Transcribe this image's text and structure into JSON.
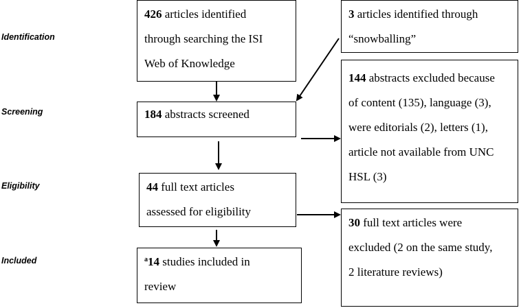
{
  "stages": {
    "identification": "Identification",
    "screening": "Screening",
    "eligibility": "Eligibility",
    "included": "Included"
  },
  "boxes": {
    "identified_isi": {
      "count": "426",
      "lines": [
        "articles identified",
        "through searching the ISI",
        "Web of Knowledge"
      ]
    },
    "identified_snowball": {
      "count": "3",
      "lines": [
        "articles identified through",
        "“snowballing”"
      ]
    },
    "screened": {
      "count": "184",
      "lines": [
        "abstracts screened"
      ]
    },
    "excluded_abstracts": {
      "count": "144",
      "lines": [
        "abstracts excluded because",
        "of content (135), language (3),",
        "were editorials (2), letters (1),",
        "article not available from UNC",
        "HSL (3)"
      ]
    },
    "eligibility": {
      "count": "44",
      "lines": [
        "full text articles",
        "assessed for eligibility"
      ]
    },
    "excluded_fulltext": {
      "count": "30",
      "lines": [
        "full text articles were",
        "excluded (2 on the same study,",
        "2 literature reviews)"
      ]
    },
    "included": {
      "superscript": "a",
      "count": "14",
      "lines": [
        "studies included in",
        "review"
      ]
    }
  }
}
